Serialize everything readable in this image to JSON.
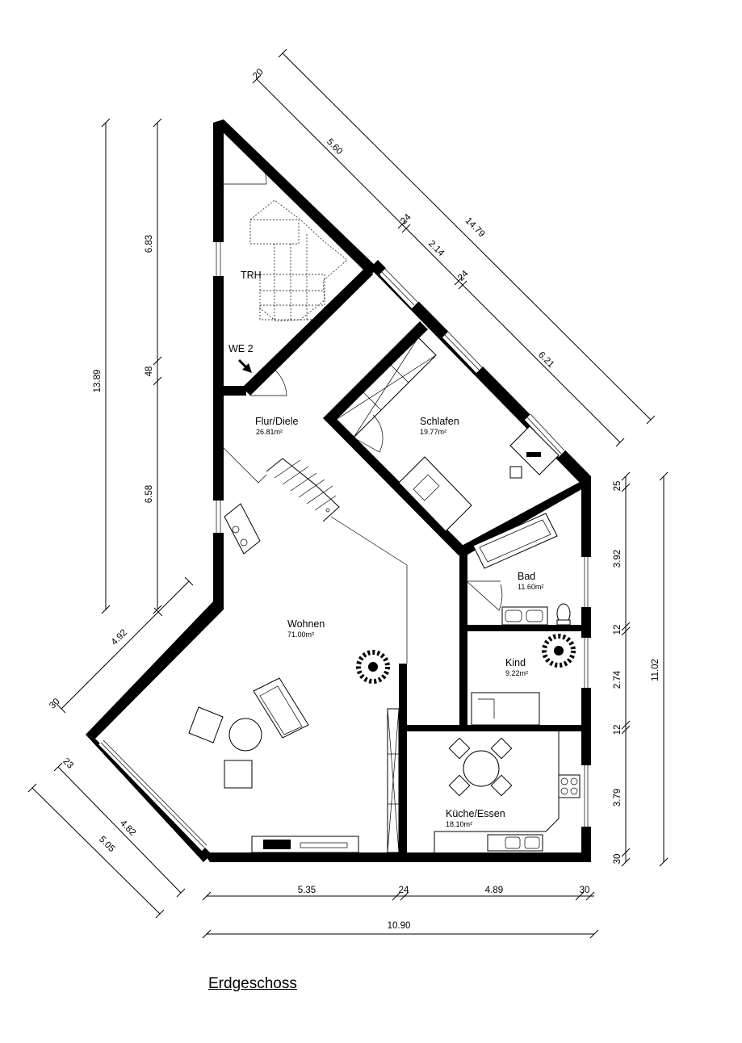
{
  "title": "Erdgeschoss",
  "rooms": [
    {
      "name": "TRH",
      "area": ""
    },
    {
      "name": "WE 2",
      "area": ""
    },
    {
      "name": "Flur/Diele",
      "area": "26.81m²"
    },
    {
      "name": "Schlafen",
      "area": "19.77m²"
    },
    {
      "name": "Bad",
      "area": "11.60m²"
    },
    {
      "name": "Kind",
      "area": "9.22m²"
    },
    {
      "name": "Wohnen",
      "area": "71.00m²"
    },
    {
      "name": "Küche/Essen",
      "area": "18.10m²"
    }
  ],
  "dimensions": {
    "left_total": "13.89",
    "left_upper": "6.83",
    "left_mid": "48",
    "left_lower": "6.58",
    "top_diag_20": "20",
    "top_diag_560": "5.60",
    "top_diag_24a": "24",
    "top_diag_214": "2.14",
    "top_diag_24b": "24",
    "top_diag_621": "6.21",
    "top_diag_total": "14.79",
    "west_diag_492": "4.92",
    "west_diag_30": "30",
    "sw_diag_23": "23",
    "sw_diag_482": "4.82",
    "sw_diag_505": "5.05",
    "bottom_535": "5.35",
    "bottom_24": "24",
    "bottom_489": "4.89",
    "bottom_30": "30",
    "bottom_total": "10.90",
    "right_25": "25",
    "right_392": "3.92",
    "right_12a": "12",
    "right_274": "2.74",
    "right_12b": "12",
    "right_379": "3.79",
    "right_30": "30",
    "right_total": "11.02"
  }
}
